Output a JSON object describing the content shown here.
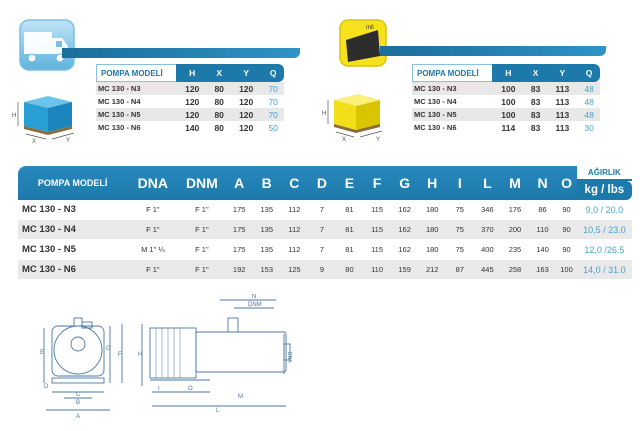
{
  "left_table": {
    "headers": [
      "POMPA MODELİ",
      "H",
      "X",
      "Y",
      "Q"
    ],
    "rows": [
      [
        "MC 130 - N3",
        "120",
        "80",
        "120",
        "70"
      ],
      [
        "MC 130 - N4",
        "120",
        "80",
        "120",
        "70"
      ],
      [
        "MC 130 - N5",
        "120",
        "80",
        "120",
        "70"
      ],
      [
        "MC 130 - N6",
        "140",
        "80",
        "120",
        "50"
      ]
    ]
  },
  "right_table": {
    "headers": [
      "POMPA MODELİ",
      "H",
      "X",
      "Y",
      "Q"
    ],
    "rows": [
      [
        "MC 130 - N3",
        "100",
        "83",
        "113",
        "48"
      ],
      [
        "MC 130 - N4",
        "100",
        "83",
        "113",
        "48"
      ],
      [
        "MC 130 - N5",
        "100",
        "83",
        "113",
        "48"
      ],
      [
        "MC 130 - N6",
        "114",
        "83",
        "113",
        "30"
      ]
    ]
  },
  "box_labels": {
    "h": "H",
    "x": "X",
    "y": "Y",
    "brand_mark": "mll"
  },
  "main_table": {
    "headers": [
      "POMPA MODELİ",
      "DNA",
      "DNM",
      "A",
      "B",
      "C",
      "D",
      "E",
      "F",
      "G",
      "H",
      "I",
      "L",
      "M",
      "N",
      "O"
    ],
    "weight_header_top": "AĞIRLIK",
    "weight_header_bottom": "kg / lbs",
    "rows": [
      {
        "model": "MC 130 - N3",
        "cells": [
          "F 1\"",
          "F 1\"",
          "175",
          "135",
          "112",
          "7",
          "81",
          "115",
          "162",
          "180",
          "75",
          "346",
          "176",
          "86",
          "90"
        ],
        "weight": "9,0 / 20.0"
      },
      {
        "model": "MC 130 - N4",
        "cells": [
          "F 1\"",
          "F 1\"",
          "175",
          "135",
          "112",
          "7",
          "81",
          "115",
          "162",
          "180",
          "75",
          "370",
          "200",
          "110",
          "90"
        ],
        "weight": "10,5 / 23.0"
      },
      {
        "model": "MC 130 - N5",
        "cells": [
          "M 1\" ¼",
          "F 1\"",
          "175",
          "135",
          "112",
          "7",
          "81",
          "115",
          "162",
          "180",
          "75",
          "400",
          "235",
          "140",
          "90"
        ],
        "weight": "12,0 /26.5"
      },
      {
        "model": "MC 130 - N6",
        "cells": [
          "F 1\"",
          "F 1\"",
          "192",
          "153",
          "125",
          "9",
          "80",
          "110",
          "159",
          "212",
          "87",
          "445",
          "258",
          "163",
          "100"
        ],
        "weight": "14,0 / 31.0"
      }
    ]
  },
  "drawing_labels": {
    "n": "N",
    "dnm": "DNM",
    "h": "H",
    "g": "G",
    "f": "F",
    "e": "E",
    "d": "D",
    "c": "C",
    "b": "B",
    "a": "A",
    "i": "I",
    "o": "O",
    "m": "M",
    "l": "L",
    "dna": "DNA"
  },
  "colors": {
    "header_blue": "#1d79aa",
    "accent_light_blue": "#4aa3cf",
    "pallet_box_blue": "#2a9fd6",
    "pallet_box_yellow": "#f2df1a"
  }
}
